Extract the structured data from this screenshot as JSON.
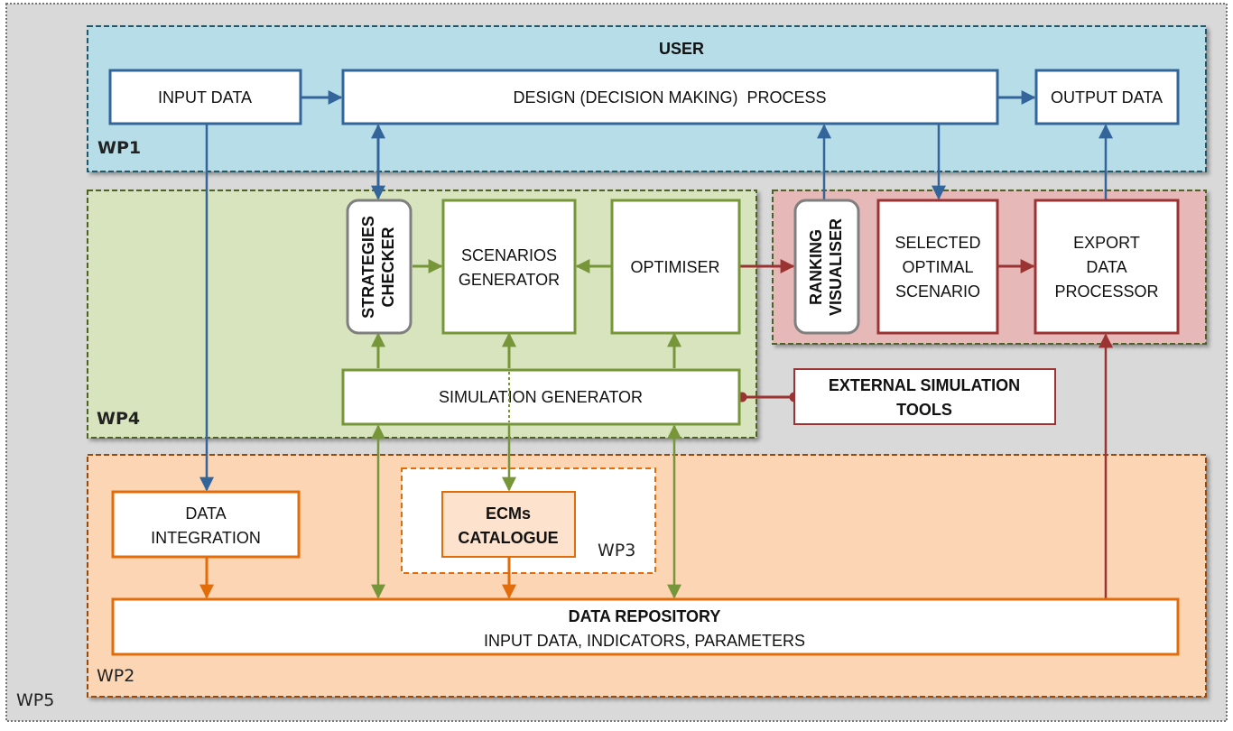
{
  "diagram": {
    "colors": {
      "blue": "#34659a",
      "green": "#77963a",
      "red": "#9b3333",
      "orange": "#e36c0a",
      "wp1_fill": "#b7dde8",
      "wp4_fill": "#d7e4bd",
      "wp_red_fill": "#e6b9b8",
      "wp2_fill": "#fcd5b5",
      "wp5_fill": "#d9d9d9"
    },
    "work_packages": {
      "wp1": "WP1",
      "wp2": "WP2",
      "wp3": "WP3",
      "wp4": "WP4",
      "wp5": "WP5"
    },
    "wp1_header": "USER",
    "nodes": {
      "input_data": "INPUT DATA",
      "design_process": "DESIGN (DECISION MAKING)  PROCESS",
      "output_data": "OUTPUT DATA",
      "strategies_checker": [
        "STRATEGIES",
        "CHECKER"
      ],
      "scenarios_generator": [
        "SCENARIOS",
        "GENERATOR"
      ],
      "optimiser": "OPTIMISER",
      "ranking_visualiser": [
        "RANKING",
        "VISUALISER"
      ],
      "selected_optimal_scenario": [
        "SELECTED",
        "OPTIMAL",
        "SCENARIO"
      ],
      "export_data_processor": [
        "EXPORT",
        "DATA",
        "PROCESSOR"
      ],
      "simulation_generator": "SIMULATION GENERATOR",
      "external_simulation_tools": [
        "EXTERNAL SIMULATION",
        "TOOLS"
      ],
      "data_integration": [
        "DATA",
        "INTEGRATION"
      ],
      "ecms_catalogue": [
        "ECMs",
        "CATALOGUE"
      ],
      "data_repository": "DATA REPOSITORY",
      "data_repository_sub": "INPUT DATA, INDICATORS, PARAMETERS"
    }
  }
}
